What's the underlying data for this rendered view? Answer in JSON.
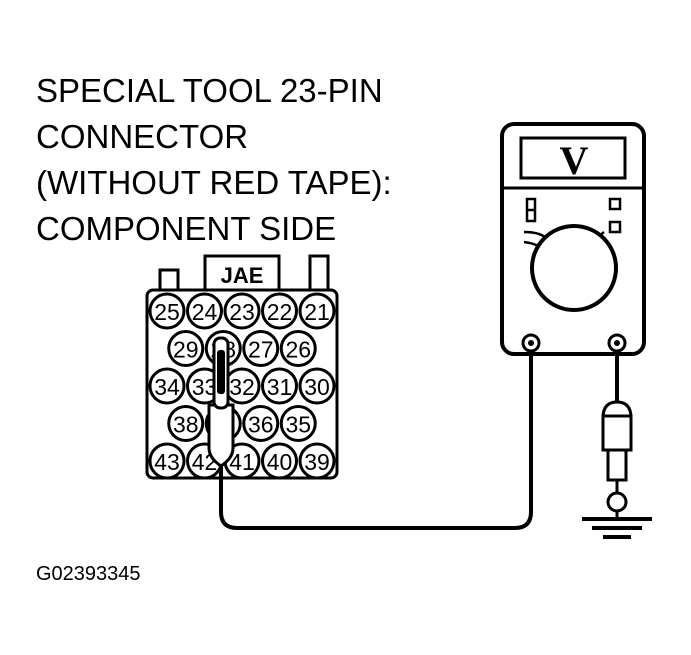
{
  "title_lines": [
    "SPECIAL TOOL 23-PIN",
    "CONNECTOR",
    "(WITHOUT RED TAPE):",
    "COMPONENT SIDE"
  ],
  "connector": {
    "tab_label": "JAE",
    "pin_rows": [
      [
        "25",
        "24",
        "23",
        "22",
        "21"
      ],
      [
        "29",
        "28",
        "27",
        "26"
      ],
      [
        "34",
        "33",
        "32",
        "31",
        "30"
      ],
      [
        "38",
        "",
        "36",
        "35"
      ],
      [
        "43",
        "42",
        "41",
        "40",
        "39"
      ]
    ]
  },
  "multimeter": {
    "display_symbol": "V"
  },
  "figure_id": "G02393345"
}
